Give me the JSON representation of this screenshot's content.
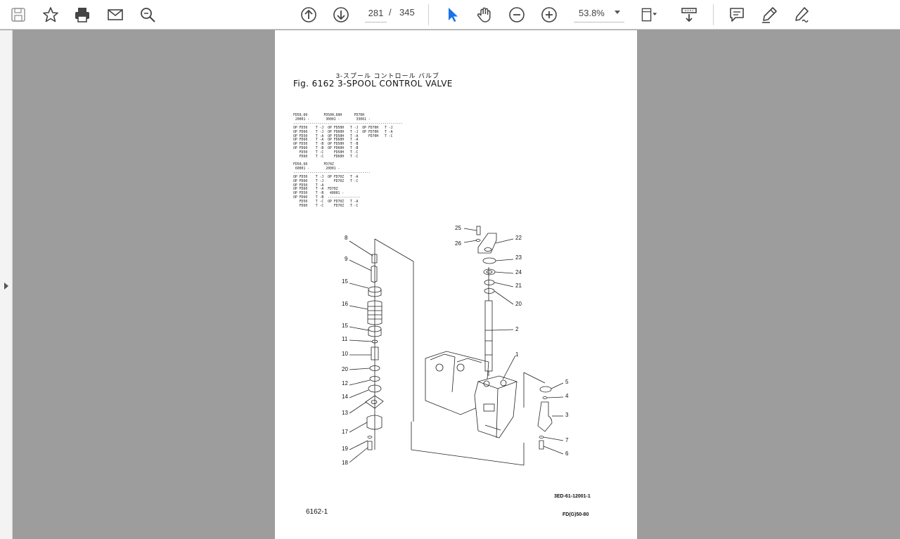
{
  "toolbar": {
    "left_tools": [
      {
        "name": "save-icon"
      },
      {
        "name": "bookmark-star-icon"
      },
      {
        "name": "print-icon"
      },
      {
        "name": "email-icon"
      },
      {
        "name": "search-zoom-icon"
      }
    ],
    "nav": {
      "prev_icon": "arrow-up-circle-icon",
      "next_icon": "arrow-down-circle-icon"
    },
    "current_page": "281",
    "page_separator": "/",
    "total_pages": "345",
    "tools": [
      {
        "name": "select-pointer-icon"
      },
      {
        "name": "hand-pan-icon"
      },
      {
        "name": "zoom-out-icon"
      },
      {
        "name": "zoom-in-icon"
      }
    ],
    "zoom": "53.8%",
    "right_tools": [
      {
        "name": "page-fit-icon"
      },
      {
        "name": "scroll-mode-icon"
      },
      {
        "name": "comment-icon"
      },
      {
        "name": "highlight-pen-icon"
      },
      {
        "name": "sign-icon"
      }
    ],
    "accent_color": "#1a73e8"
  },
  "document": {
    "jp_title": "3-スプール コントロール バルブ",
    "fig_title": "Fig. 6162 3-SPOOL CONTROL VALVE",
    "table_block_1": "FD50,60        FD50H,60H      FD70H\n 20001 -        30001 -        33061 -\n------------------------------------------------------\nOP FD50    T -J  OP FD50H   T -J  OP FD70H   T -J\nOP FD60    T -J  OP FD60H   T -J  OP FD70H   T -A\nOP FD50    T -A  OP FD50H   T -A     FD70H   T -C\nOP FD60    T -A  OP FD60H   T -A\nOP FD50    T -B  OP FD50H   T -B\nOP FD60    T -B  OP FD60H   T -B\n   FD50    T -C     FD50H   T -C\n   FD60    T -C     FD60H   T -C",
    "table_block_2": "FD50,60        FD70Z\n 60001 -        20001 -\n--------------------------------------\nOP FD50    T -J  OP FD70Z   T -A\nOP FD60    T -J     FD70Z   T -C\nOP FD50    T -A\nOP FD60    T -A  FD70Z\nOP FD50    T -B   40001 -\nOP FD60    T -B  ----------------\n   FD50    T -C  OP FD70Z   T -A\n   FD60    T -C     FD70Z   T -C",
    "part_numbers": [
      "8",
      "9",
      "15",
      "16",
      "15",
      "11",
      "10",
      "20",
      "12",
      "14",
      "13",
      "17",
      "19",
      "18",
      "25",
      "26",
      "22",
      "23",
      "24",
      "21",
      "20",
      "2",
      "1",
      "5",
      "4",
      "3",
      "7",
      "6"
    ],
    "footer_left": "6162-1",
    "footer_code": "3ED-61-12001-1",
    "footer_model": "FD(G)50-80"
  }
}
